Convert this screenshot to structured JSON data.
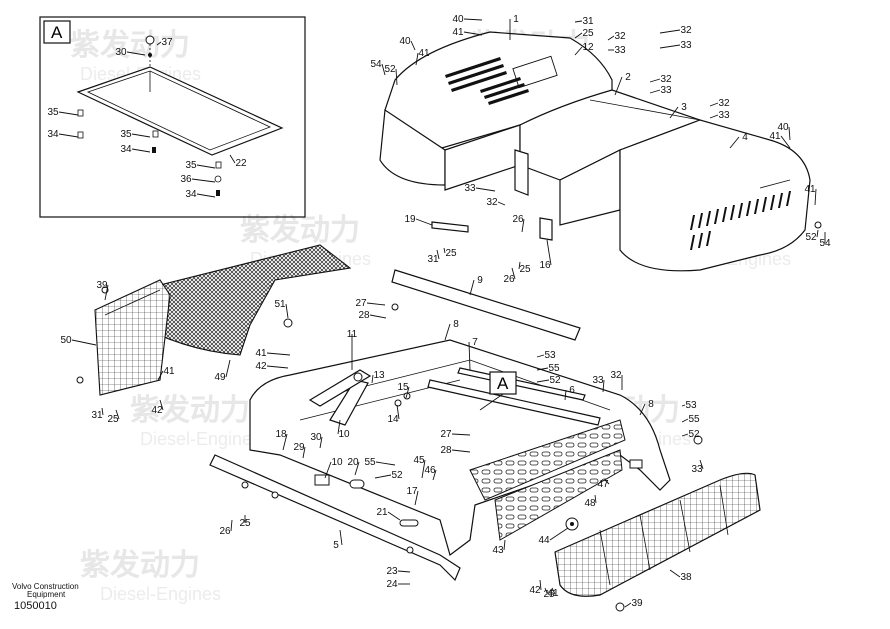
{
  "diagram": {
    "inset_letter": "A",
    "callout_letter": "A",
    "footer_line_1": "Volvo Construction",
    "footer_line_2": "Equipment",
    "drawing_number": "1050010",
    "watermark_cn": "紫发动力",
    "watermark_en": "Diesel-Engines",
    "labels": [
      {
        "id": "l1",
        "text": "1"
      },
      {
        "id": "l2",
        "text": "2"
      },
      {
        "id": "l3",
        "text": "3"
      },
      {
        "id": "l4",
        "text": "4"
      },
      {
        "id": "l5",
        "text": "5"
      },
      {
        "id": "l6",
        "text": "6"
      },
      {
        "id": "l7",
        "text": "7"
      },
      {
        "id": "l8a",
        "text": "8"
      },
      {
        "id": "l8b",
        "text": "8"
      },
      {
        "id": "l9",
        "text": "9"
      },
      {
        "id": "l10a",
        "text": "10"
      },
      {
        "id": "l10b",
        "text": "10"
      },
      {
        "id": "l11",
        "text": "11"
      },
      {
        "id": "l12",
        "text": "12"
      },
      {
        "id": "l13",
        "text": "13"
      },
      {
        "id": "l14",
        "text": "14"
      },
      {
        "id": "l15",
        "text": "15"
      },
      {
        "id": "l16",
        "text": "16"
      },
      {
        "id": "l17",
        "text": "17"
      },
      {
        "id": "l18",
        "text": "18"
      },
      {
        "id": "l19",
        "text": "19"
      },
      {
        "id": "l20",
        "text": "20"
      },
      {
        "id": "l21",
        "text": "21"
      },
      {
        "id": "l22",
        "text": "22"
      },
      {
        "id": "l23",
        "text": "23"
      },
      {
        "id": "l24",
        "text": "24"
      },
      {
        "id": "l25a",
        "text": "25"
      },
      {
        "id": "l25b",
        "text": "25"
      },
      {
        "id": "l25c",
        "text": "25"
      },
      {
        "id": "l25d",
        "text": "25"
      },
      {
        "id": "l25e",
        "text": "25"
      },
      {
        "id": "l25f",
        "text": "25"
      },
      {
        "id": "l26a",
        "text": "26"
      },
      {
        "id": "l26b",
        "text": "26"
      },
      {
        "id": "l26c",
        "text": "26"
      },
      {
        "id": "l27a",
        "text": "27"
      },
      {
        "id": "l27b",
        "text": "27"
      },
      {
        "id": "l28a",
        "text": "28"
      },
      {
        "id": "l28b",
        "text": "28"
      },
      {
        "id": "l29",
        "text": "29"
      },
      {
        "id": "l30a",
        "text": "30"
      },
      {
        "id": "l30b",
        "text": "30"
      },
      {
        "id": "l31a",
        "text": "31"
      },
      {
        "id": "l31b",
        "text": "31"
      },
      {
        "id": "l31c",
        "text": "31"
      },
      {
        "id": "l32a",
        "text": "32"
      },
      {
        "id": "l32b",
        "text": "32"
      },
      {
        "id": "l32c",
        "text": "32"
      },
      {
        "id": "l32d",
        "text": "32"
      },
      {
        "id": "l32e",
        "text": "32"
      },
      {
        "id": "l32f",
        "text": "32"
      },
      {
        "id": "l33a",
        "text": "33"
      },
      {
        "id": "l33b",
        "text": "33"
      },
      {
        "id": "l33c",
        "text": "33"
      },
      {
        "id": "l33d",
        "text": "33"
      },
      {
        "id": "l33e",
        "text": "33"
      },
      {
        "id": "l33f",
        "text": "33"
      },
      {
        "id": "l33g",
        "text": "33"
      },
      {
        "id": "l34a",
        "text": "34"
      },
      {
        "id": "l34b",
        "text": "34"
      },
      {
        "id": "l34c",
        "text": "34"
      },
      {
        "id": "l35a",
        "text": "35"
      },
      {
        "id": "l35b",
        "text": "35"
      },
      {
        "id": "l35c",
        "text": "35"
      },
      {
        "id": "l36",
        "text": "36"
      },
      {
        "id": "l37",
        "text": "37"
      },
      {
        "id": "l38",
        "text": "38"
      },
      {
        "id": "l39a",
        "text": "39"
      },
      {
        "id": "l39b",
        "text": "39"
      },
      {
        "id": "l40a",
        "text": "40"
      },
      {
        "id": "l40b",
        "text": "40"
      },
      {
        "id": "l40c",
        "text": "40"
      },
      {
        "id": "l41a",
        "text": "41"
      },
      {
        "id": "l41b",
        "text": "41"
      },
      {
        "id": "l41c",
        "text": "41"
      },
      {
        "id": "l41d",
        "text": "41"
      },
      {
        "id": "l41e",
        "text": "41"
      },
      {
        "id": "l41f",
        "text": "41"
      },
      {
        "id": "l41g",
        "text": "41"
      },
      {
        "id": "l42a",
        "text": "42"
      },
      {
        "id": "l42b",
        "text": "42"
      },
      {
        "id": "l42c",
        "text": "42"
      },
      {
        "id": "l43",
        "text": "43"
      },
      {
        "id": "l44",
        "text": "44"
      },
      {
        "id": "l45",
        "text": "45"
      },
      {
        "id": "l46",
        "text": "46"
      },
      {
        "id": "l47",
        "text": "47"
      },
      {
        "id": "l48",
        "text": "48"
      },
      {
        "id": "l49",
        "text": "49"
      },
      {
        "id": "l50",
        "text": "50"
      },
      {
        "id": "l51",
        "text": "51"
      },
      {
        "id": "l52a",
        "text": "52"
      },
      {
        "id": "l52b",
        "text": "52"
      },
      {
        "id": "l52c",
        "text": "52"
      },
      {
        "id": "l52d",
        "text": "52"
      },
      {
        "id": "l52e",
        "text": "52"
      },
      {
        "id": "l53a",
        "text": "53"
      },
      {
        "id": "l53b",
        "text": "53"
      },
      {
        "id": "l54a",
        "text": "54"
      },
      {
        "id": "l54b",
        "text": "54"
      },
      {
        "id": "l55a",
        "text": "55"
      },
      {
        "id": "l55b",
        "text": "55"
      },
      {
        "id": "l55c",
        "text": "55"
      }
    ]
  }
}
